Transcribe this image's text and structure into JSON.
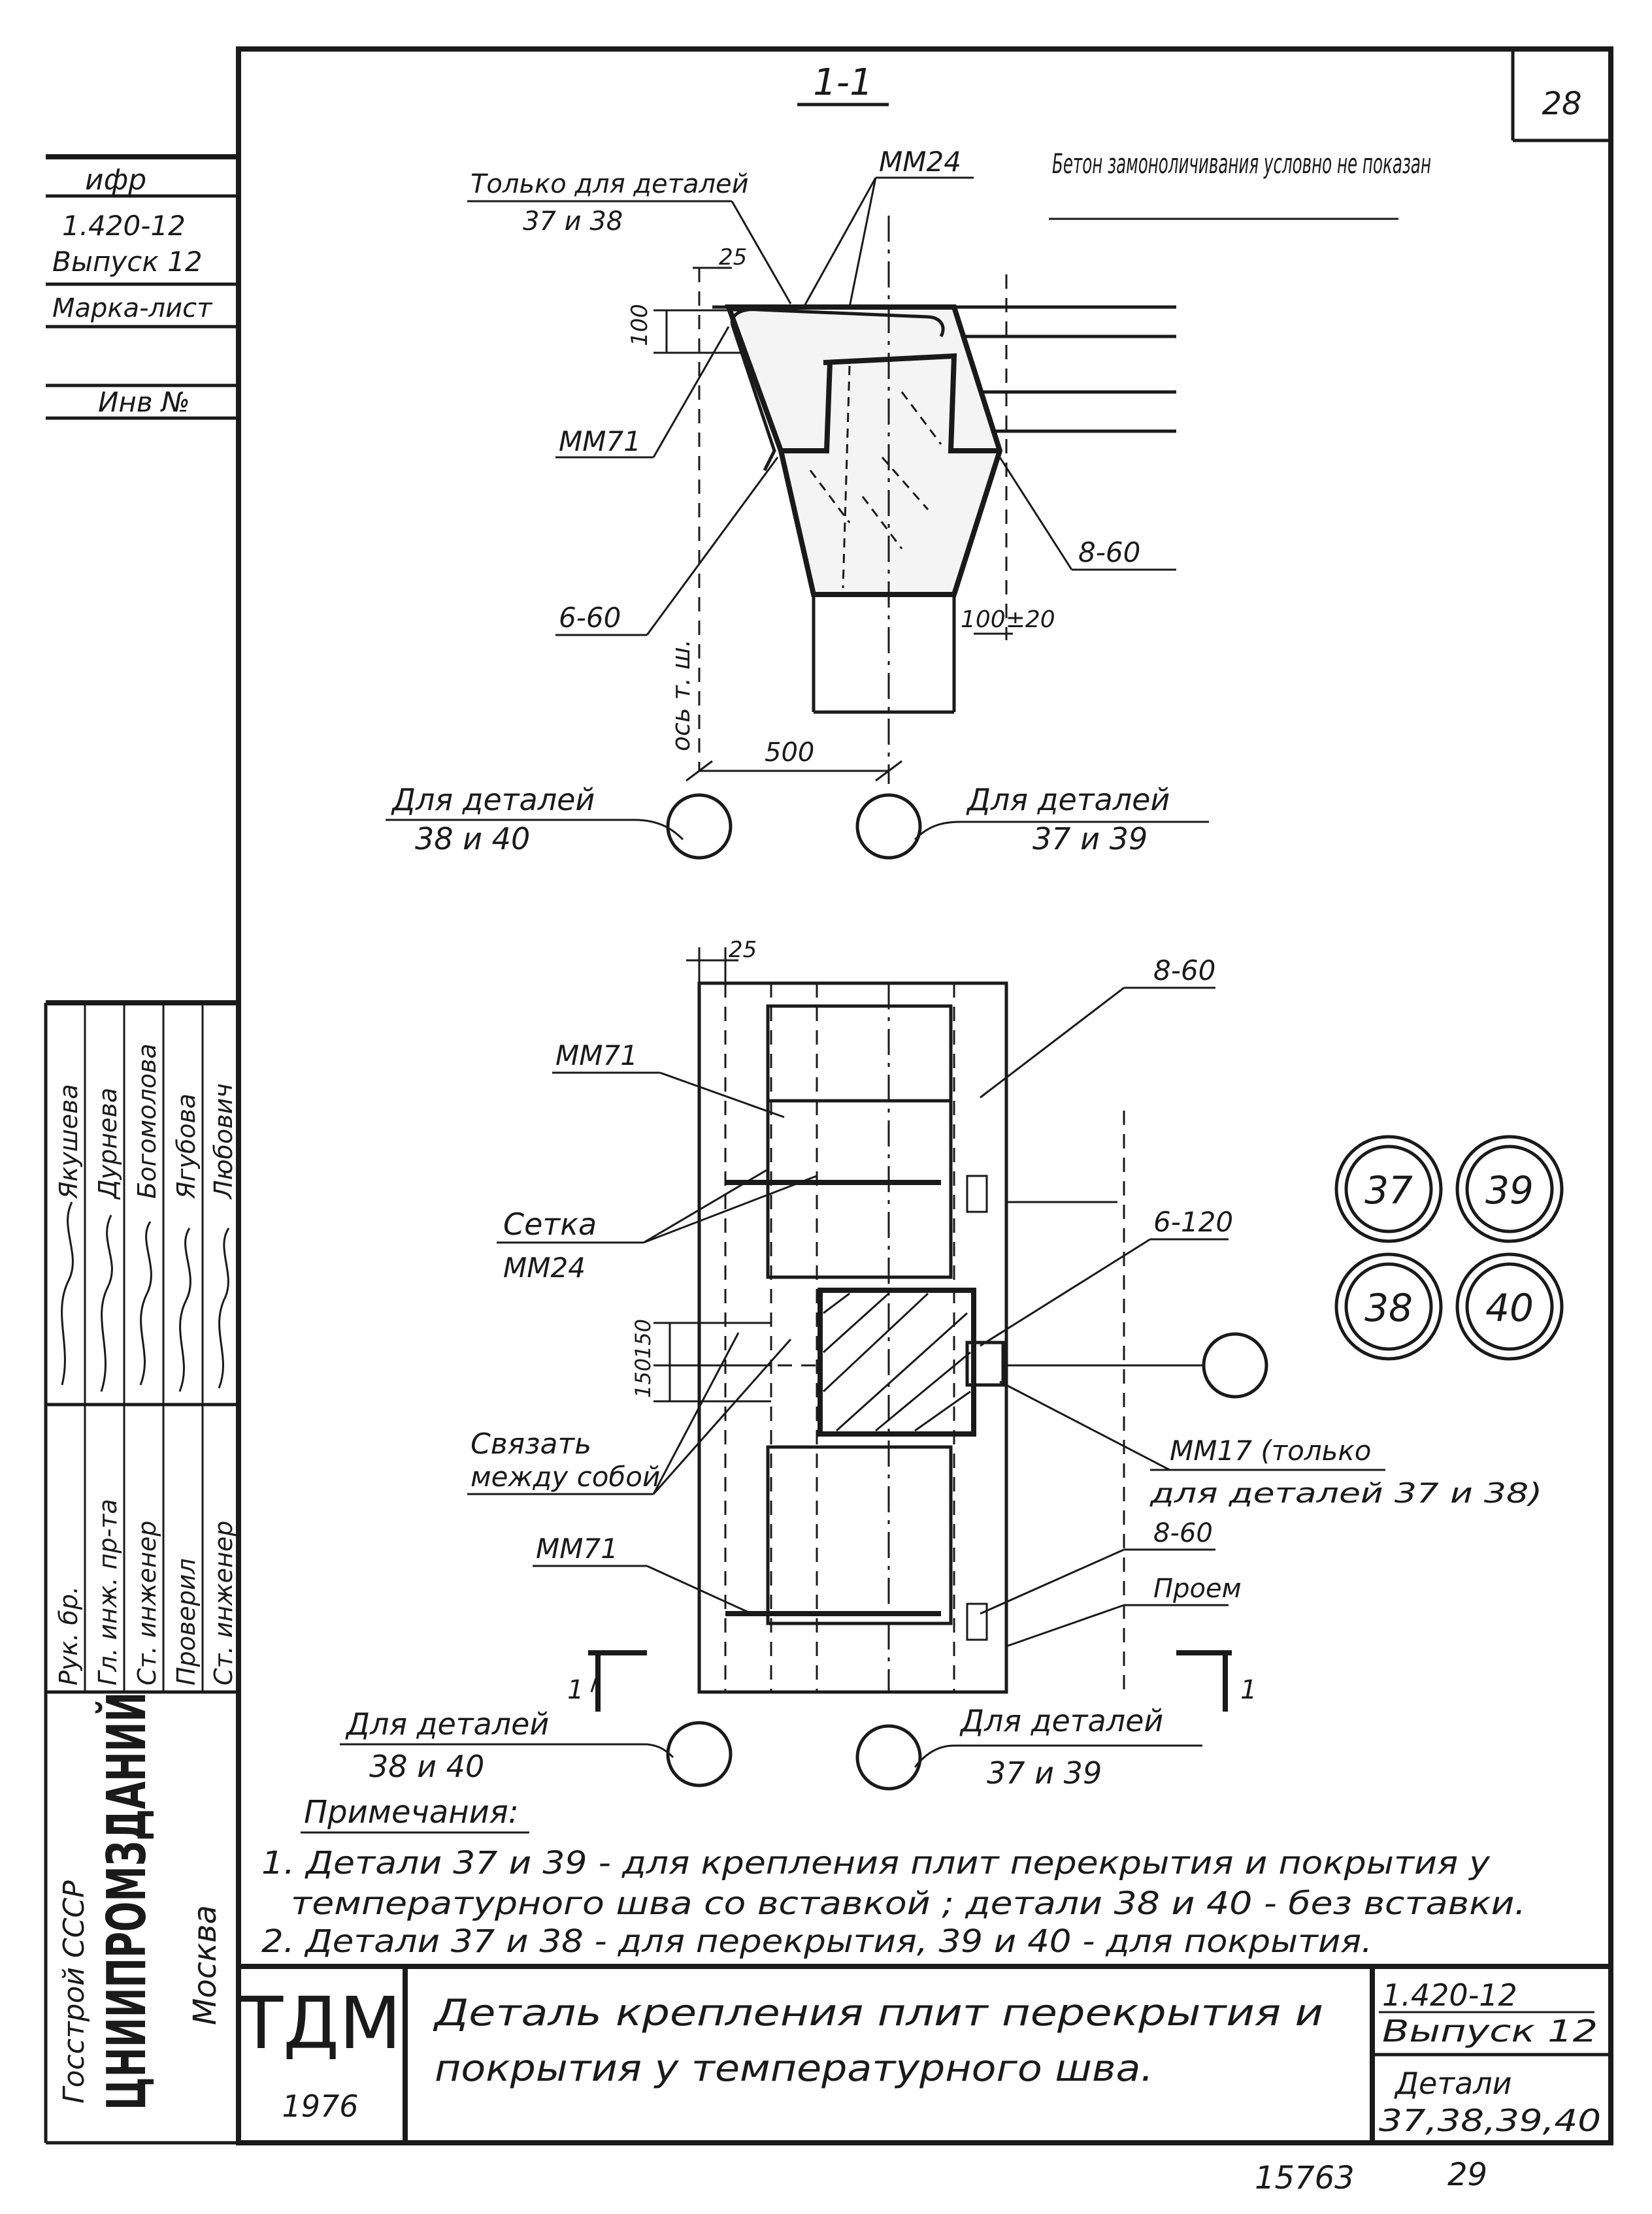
{
  "sheet": {
    "page_number": "28",
    "bottom_number_left": "15763",
    "bottom_number_right": "29"
  },
  "left_strip": {
    "box1": "ифр",
    "box2_line1": "1.420-12",
    "box2_line2": "Выпуск 12",
    "box3": "Марка-лист",
    "box4": "Инв №",
    "institute": "ЦНИИПРОМЗДАНИЙ",
    "gosstroy": "Госстрой СССР",
    "city": "Москва",
    "roles": [
      "Рук. бр.",
      "Гл. инж. пр-та",
      "Ст. инженер",
      "Проверил",
      "Ст. инженер"
    ],
    "names": [
      "Якушева",
      "Дурнева",
      "Богомолова",
      "Ягубова",
      "Любович"
    ]
  },
  "section": {
    "title": "1-1",
    "note_top": "Бетон замоноличивания условно не показан",
    "only_for_l1": "Только для деталей",
    "only_for_l2": "37 и 38",
    "label_mm24": "ММ24",
    "label_mm71": "ММ71",
    "label_6_60": "6-60",
    "label_8_60": "8-60",
    "dim_25": "25",
    "dim_100": "100",
    "dim_100_20": "100±20",
    "dim_500": "500",
    "axis_label": "ось т. ш.",
    "left_detail_l1": "Для деталей",
    "left_detail_l2": "38 и 40",
    "right_detail_l1": "Для деталей",
    "right_detail_l2": "37 и 39"
  },
  "plan": {
    "dim_25": "25",
    "dim_150a": "150",
    "dim_150b": "150",
    "label_8_60_top": "8-60",
    "label_mm71_top": "ММ71",
    "label_setka_l1": "Сетка",
    "label_setka_l2": "ММ24",
    "label_6_120": "6-120",
    "label_svyazat_l1": "Связать",
    "label_svyazat_l2": "между собой",
    "label_mm17_l1": "ММ17 (только",
    "label_mm17_l2": "для деталей 37 и 38)",
    "label_mm71_bottom": "ММ71",
    "label_8_60_bottom": "8-60",
    "label_proem": "Проем",
    "cut_left": "1",
    "cut_right": "1",
    "left_detail_l1": "Для деталей",
    "left_detail_l2": "38 и 40",
    "right_detail_l1": "Для деталей",
    "right_detail_l2": "37 и 39"
  },
  "detail_circles": [
    "37",
    "39",
    "38",
    "40"
  ],
  "notes": {
    "heading": "Примечания:",
    "n1_line1": "1. Детали 37 и 39 - для крепления плит перекрытия и покрытия у",
    "n1_line2": "температурного шва со вставкой ; детали 38 и 40 - без вставки.",
    "n2": "2. Детали 37 и 38 - для перекрытия, 39 и 40 - для покрытия."
  },
  "title_block": {
    "logo": "ТДМ",
    "year": "1976",
    "title_l1": "Деталь крепления плит перекрытия и",
    "title_l2": "покрытия у температурного шва.",
    "code_l1": "1.420-12",
    "code_l2": "Выпуск 12",
    "details_l1": "Детали",
    "details_l2": "37,38,39,40"
  }
}
